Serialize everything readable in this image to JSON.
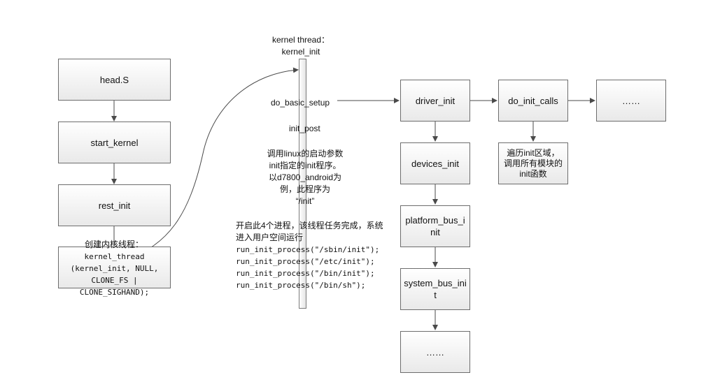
{
  "nodes": {
    "head_s": "head.S",
    "start_kernel": "start_kernel",
    "rest_init": "rest_init",
    "driver_init": "driver_init",
    "do_init_calls": "do_init_calls",
    "ellipsis_right": "……",
    "devices_init": "devices_init",
    "platform_bus_init": "platform_bus_init",
    "system_bus_init": "system_bus_init",
    "ellipsis_bottom": "……",
    "init_region": [
      "遍历init区域，",
      "调用所有模块的",
      "init函数"
    ]
  },
  "create_thread": {
    "label": "创建内核线程：",
    "code": [
      "kernel_thread",
      "(kernel_init, NULL,",
      "CLONE_FS |",
      "CLONE_SIGHAND);"
    ]
  },
  "thread": {
    "title": "kernel thread：",
    "name": "kernel_init"
  },
  "steps": {
    "do_basic_setup": "do_basic_setup",
    "init_post": "init_post",
    "startup_param": [
      "调用linux的启动参数",
      "init指定的init程序。",
      "以d7800_android为",
      "例，此程序为",
      "“/init”"
    ],
    "start_processes": [
      "开启此4个进程，该线程任务完成，系统",
      "进入用户空间运行"
    ],
    "run_init": [
      "run_init_process(\"/sbin/init\");",
      "run_init_process(\"/etc/init\");",
      "run_init_process(\"/bin/init\");",
      "run_init_process(\"/bin/sh\");"
    ]
  },
  "colors": {
    "highlight_ellipse": "#d0021b",
    "line": "#4a4a4a",
    "box_border": "#6d6d6d"
  }
}
